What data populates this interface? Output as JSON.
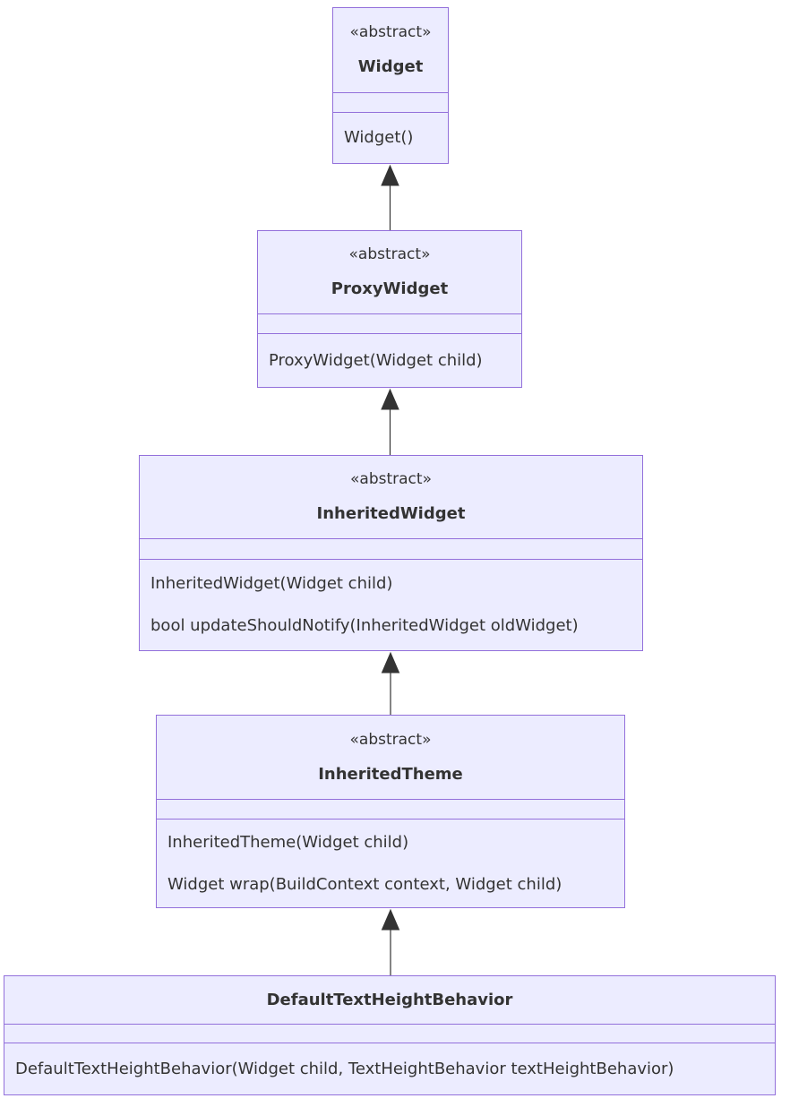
{
  "diagram": {
    "type": "uml-class-diagram",
    "colors": {
      "node_fill": "#ECECFF",
      "node_border": "#9370DB",
      "text": "#333333",
      "edge": "#333333"
    },
    "classes": [
      {
        "name": "Widget",
        "stereotype": "«abstract»",
        "attributes": [],
        "methods": [
          "Widget()"
        ]
      },
      {
        "name": "ProxyWidget",
        "stereotype": "«abstract»",
        "attributes": [],
        "methods": [
          "ProxyWidget(Widget child)"
        ]
      },
      {
        "name": "InheritedWidget",
        "stereotype": "«abstract»",
        "attributes": [],
        "methods": [
          "InheritedWidget(Widget child)",
          "bool updateShouldNotify(InheritedWidget oldWidget)"
        ]
      },
      {
        "name": "InheritedTheme",
        "stereotype": "«abstract»",
        "attributes": [],
        "methods": [
          "InheritedTheme(Widget child)",
          "Widget wrap(BuildContext context, Widget child)"
        ]
      },
      {
        "name": "DefaultTextHeightBehavior",
        "stereotype": "",
        "attributes": [],
        "methods": [
          "DefaultTextHeightBehavior(Widget child, TextHeightBehavior textHeightBehavior)"
        ]
      }
    ],
    "relations": [
      {
        "from": "ProxyWidget",
        "to": "Widget",
        "type": "inheritance"
      },
      {
        "from": "InheritedWidget",
        "to": "ProxyWidget",
        "type": "inheritance"
      },
      {
        "from": "InheritedTheme",
        "to": "InheritedWidget",
        "type": "inheritance"
      },
      {
        "from": "DefaultTextHeightBehavior",
        "to": "InheritedTheme",
        "type": "inheritance"
      }
    ]
  }
}
